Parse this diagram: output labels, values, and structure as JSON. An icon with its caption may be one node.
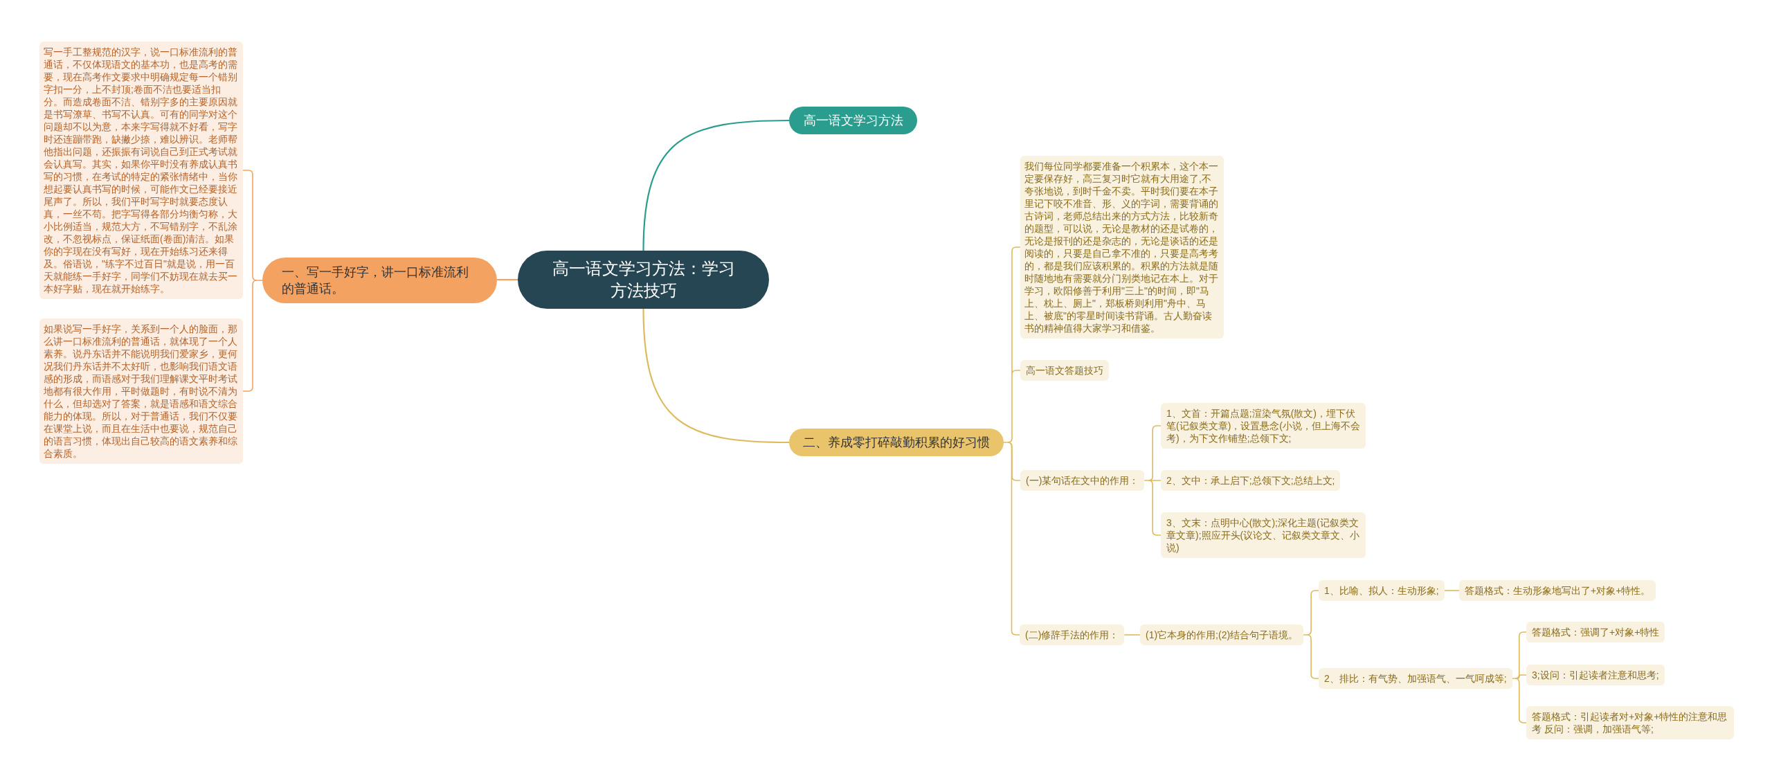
{
  "diagram": {
    "nodes": [
      {
        "text": [
          "高一语文学习方法：学习方法技巧"
        ]
      },
      {
        "text": [
          "高一语文学习方法"
        ]
      },
      {
        "text": [
          "一、写一手好字，讲一口标准流利的普通话。"
        ]
      },
      {
        "text": [
          "写一手工整规范的汉字，说一口标准流利的普通话，不仅体现语文的基本功，也是高考的需要，现在高考作文要求中明确规定每一个错别字扣一分，上不封顶;卷面不洁也要适当扣分。而造成卷面不洁、错别字多的主要原因就是书写潦草、书写不认真。可有的同学对这个问题却不以为意，本来字写得就不好看，写字时还连蹦带跑，缺撇少捺，难以辨识。老师帮他指出问题，还振振有词说自己到正式考试就会认真写。其实，如果你平时没有养成认真书写的习惯，在考试的特定的紧张情绪中，当你想起要认真书写的时候，可能作文已经要接近尾声了。所以，我们平时写字时就要态度认真，一丝不苟。把字写得各部分均衡匀称，大小比例适当，规范大方，不写错别字，不乱涂改，不忽视标点，保证纸面(卷面)清洁。如果你的字现在没有写好，现在开始练习还来得及。俗语说，\"练字不过百日\"就是说，用一百天就能练一手好字，同学们不妨现在就去买一本好字贴，现在就开始练字。"
        ]
      },
      {
        "text": [
          "如果说写一手好字，关系到一个人的脸面，那么讲一口标准流利的普通话，就体现了一个人素养。说丹东话并不能说明我们爱家乡，更何况我们丹东话并不太好听，也影响我们语文语感的形成，而语感对于我们理解课文平时考试地都有很大作用，平时做题时，有时说不清为什么，但却选对了答案，就是语感和语文综合能力的体现。所以，对于普通话，我们不仅要在课堂上说，而且在生活中也要说，规范自己的语言习惯，体现出自己较高的语文素养和综合素质。"
        ]
      },
      {
        "text": [
          "二、养成零打碎敲勤积累的好习惯"
        ]
      },
      {
        "text": [
          "我们每位同学都要准备一个积累本，这个本一定要保存好，高三复习时它就有大用途了,不夸张地说，到时千金不卖。平时我们要在本子里记下咬不准音、形、义的字词，需要背诵的古诗词，老师总结出来的方式方法，比较新奇的题型，可以说，无论是教材的还是试卷的，无论是报刊的还是杂志的，无论是谈话的还是阅读的，只要是自己拿不准的，只要是高考考的，都是我们应该积累的。积累的方法就是随时随地地有需要就分门别类地记在本上。对于学习，欧阳修善于利用\"三上\"的时间，即\"马上、枕上、厕上\"，郑板桥则利用\"舟中、马上、被底\"的零星时间读书背诵。古人勤奋读书的精神值得大家学习和借鉴。"
        ]
      },
      {
        "text": [
          "高一语文答题技巧"
        ]
      },
      {
        "text": [
          "(一)某句话在文中的作用："
        ]
      },
      {
        "text": [
          "1、文首：开篇点题;渲染气氛(散文)，埋下伏笔(记叙类文章)，设置悬念(小说，但上海不会考)，为下文作铺垫;总领下文;"
        ]
      },
      {
        "text": [
          "2、文中：承上启下;总领下文;总结上文;"
        ]
      },
      {
        "text": [
          "3、文末：点明中心(散文);深化主题(记叙类文章文章);照应开头(议论文、记叙类文章文、小说)"
        ]
      },
      {
        "text": [
          "(二)修辞手法的作用："
        ]
      },
      {
        "text": [
          "(1)它本身的作用;(2)结合句子语境。"
        ]
      },
      {
        "text": [
          "1、比喻、拟人：生动形象;"
        ]
      },
      {
        "text": [
          "答题格式：生动形象地写出了+对象+特性。"
        ]
      },
      {
        "text": [
          "2、排比：有气势、加强语气、一气呵成等;"
        ]
      },
      {
        "text": [
          "答题格式：强调了+对象+特性"
        ]
      },
      {
        "text": [
          "3;设问：引起读者注意和思考;"
        ]
      },
      {
        "text": [
          "答题格式：引起读者对+对象+特性的注意和思考 反问：强调，加强语气等;"
        ]
      }
    ],
    "edges": [
      {
        "from": 0,
        "to": 1,
        "arrow": "none",
        "color": "#2a9d8f"
      },
      {
        "from": 0,
        "to": 2,
        "arrow": "none",
        "color": "#f4a261"
      },
      {
        "from": 2,
        "to": 3,
        "arrow": "none",
        "color": "#f4a261"
      },
      {
        "from": 2,
        "to": 4,
        "arrow": "none",
        "color": "#f4a261"
      },
      {
        "from": 0,
        "to": 5,
        "arrow": "none"
      },
      {
        "from": 5,
        "to": 6,
        "arrow": "none"
      },
      {
        "from": 5,
        "to": 7,
        "arrow": "none"
      },
      {
        "from": 5,
        "to": 8,
        "arrow": "none"
      },
      {
        "from": 5,
        "to": 12,
        "arrow": "none"
      },
      {
        "from": 8,
        "to": 9,
        "arrow": "none"
      },
      {
        "from": 8,
        "to": 10,
        "arrow": "none"
      },
      {
        "from": 8,
        "to": 11,
        "arrow": "none"
      },
      {
        "from": 12,
        "to": 13,
        "arrow": "none"
      },
      {
        "from": 13,
        "to": 14,
        "arrow": "none"
      },
      {
        "from": 13,
        "to": 16,
        "arrow": "none"
      },
      {
        "from": 14,
        "to": 15,
        "arrow": "none"
      },
      {
        "from": 16,
        "to": 17,
        "arrow": "none"
      },
      {
        "from": 16,
        "to": 18,
        "arrow": "none"
      },
      {
        "from": 16,
        "to": 19,
        "arrow": "none"
      }
    ]
  }
}
